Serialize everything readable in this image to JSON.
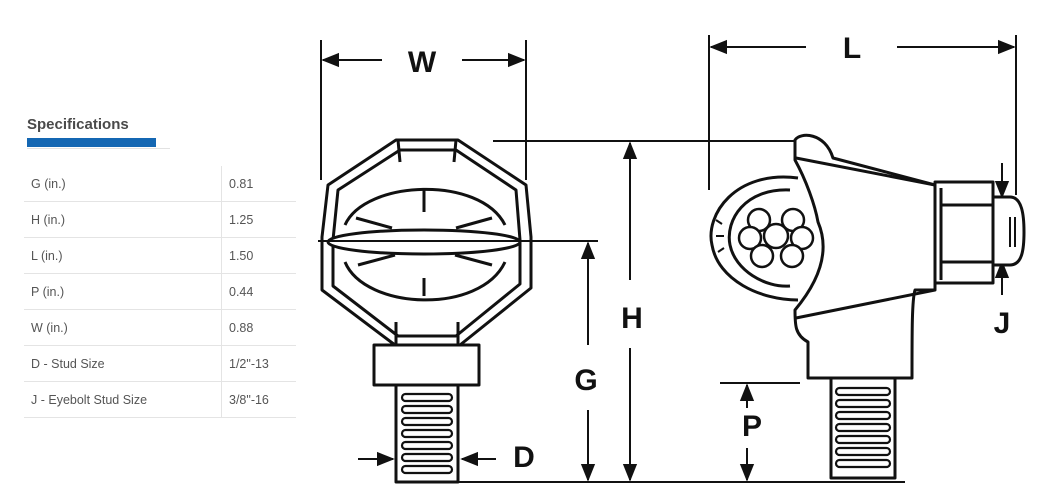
{
  "specifications": {
    "title": "Specifications",
    "accent_color": "#1467b3",
    "rows": [
      {
        "label": "G (in.)",
        "value": "0.81"
      },
      {
        "label": "H (in.)",
        "value": "1.25"
      },
      {
        "label": "L (in.)",
        "value": "1.50"
      },
      {
        "label": "P (in.)",
        "value": "0.44"
      },
      {
        "label": "W (in.)",
        "value": "0.88"
      },
      {
        "label": "D - Stud Size",
        "value": "1/2\"-13"
      },
      {
        "label": "J - Eyebolt Stud Size",
        "value": "3/8\"-16"
      }
    ]
  },
  "drawing": {
    "labels": {
      "W": "W",
      "L": "L",
      "H": "H",
      "G": "G",
      "P": "P",
      "D": "D",
      "J": "J"
    }
  }
}
